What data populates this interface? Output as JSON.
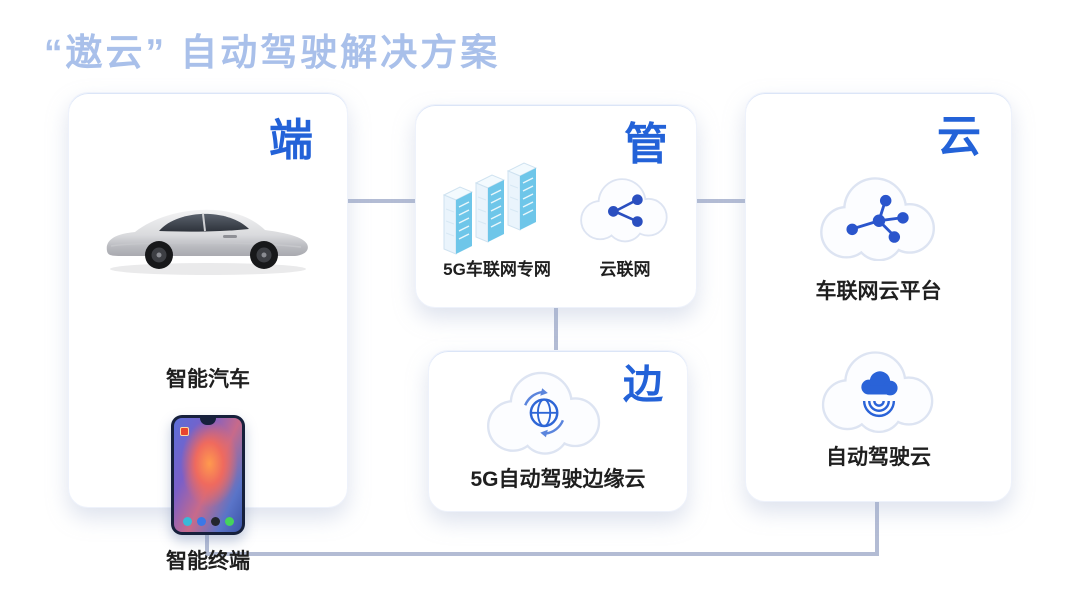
{
  "title": "“遨云” 自动驾驶解决方案",
  "colors": {
    "title_text": "#a9c0ea",
    "accent_blue": "#2362d8",
    "icon_blue": "#2a55cc",
    "connector": "#b3bcd4",
    "label_text": "#1f1f1f",
    "card_background": "#ffffff"
  },
  "panels": {
    "terminal": {
      "tag": "端",
      "items": [
        {
          "icon": "smart-car",
          "label": "智能汽车"
        },
        {
          "icon": "smartphone",
          "label": "智能终端"
        }
      ]
    },
    "network": {
      "tag": "管",
      "items": [
        {
          "icon": "5g-server-rack",
          "label": "5G车联网专网"
        },
        {
          "icon": "cloud-share",
          "label": "云联网"
        }
      ]
    },
    "edge": {
      "tag": "边",
      "items": [
        {
          "icon": "cloud-globe",
          "label": "5G自动驾驶边缘云"
        }
      ]
    },
    "cloud": {
      "tag": "云",
      "items": [
        {
          "icon": "cloud-nodes",
          "label": "车联网云平台"
        },
        {
          "icon": "cloud-wireless",
          "label": "自动驾驶云"
        }
      ]
    }
  },
  "connections": [
    "terminal-network",
    "network-cloud",
    "network-edge",
    "terminal-cloud-bottom"
  ]
}
